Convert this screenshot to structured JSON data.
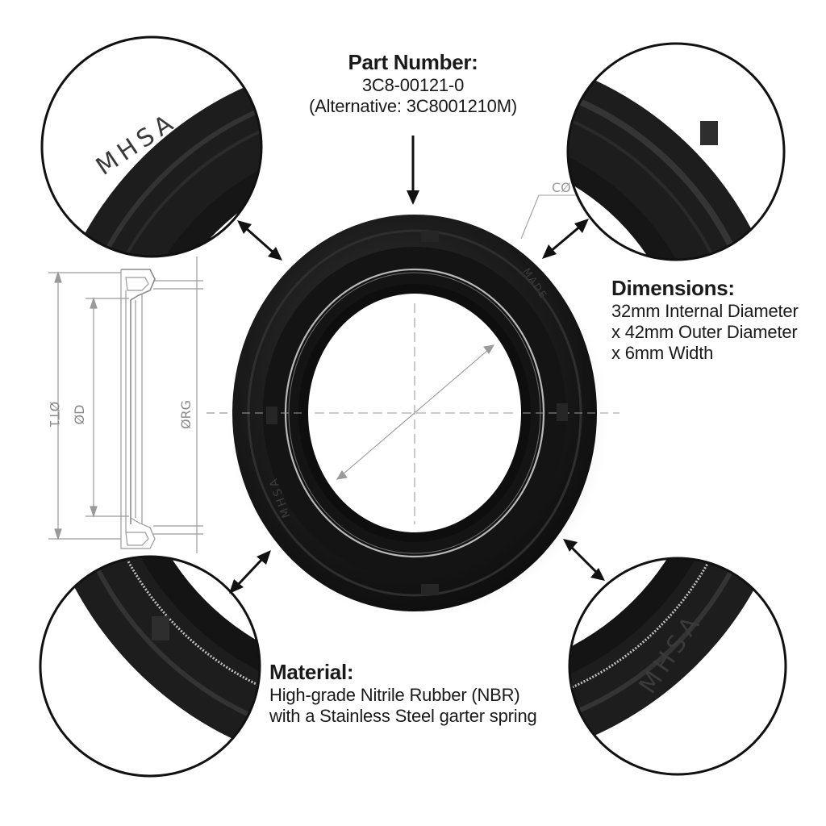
{
  "part_number": {
    "heading": "Part Number:",
    "value": "3C8-00121-0",
    "alternative": "(Alternative: 3C8001210M)"
  },
  "dimensions": {
    "heading": "Dimensions:",
    "lines": [
      "32mm Internal Diameter",
      "x 42mm Outer Diameter",
      "x 6mm Width"
    ]
  },
  "material": {
    "heading": "Material:",
    "lines": [
      "High-grade Nitrile Rubber (NBR)",
      "with a Stainless Steel garter spring"
    ]
  },
  "drawing": {
    "dim_outer": "ØT1",
    "dim_inner": "ØD",
    "dim_groove": "ØRG",
    "chamfer": "CØ"
  },
  "seal_markings": {
    "brand": "MHSA",
    "made": "MADE"
  },
  "colors": {
    "rubber": "#1c1c1c",
    "rubber_highlight": "#3a3a3a",
    "spring": "#b9b9b9",
    "drawing_line": "#9a9a9a",
    "arrow": "#111111"
  }
}
